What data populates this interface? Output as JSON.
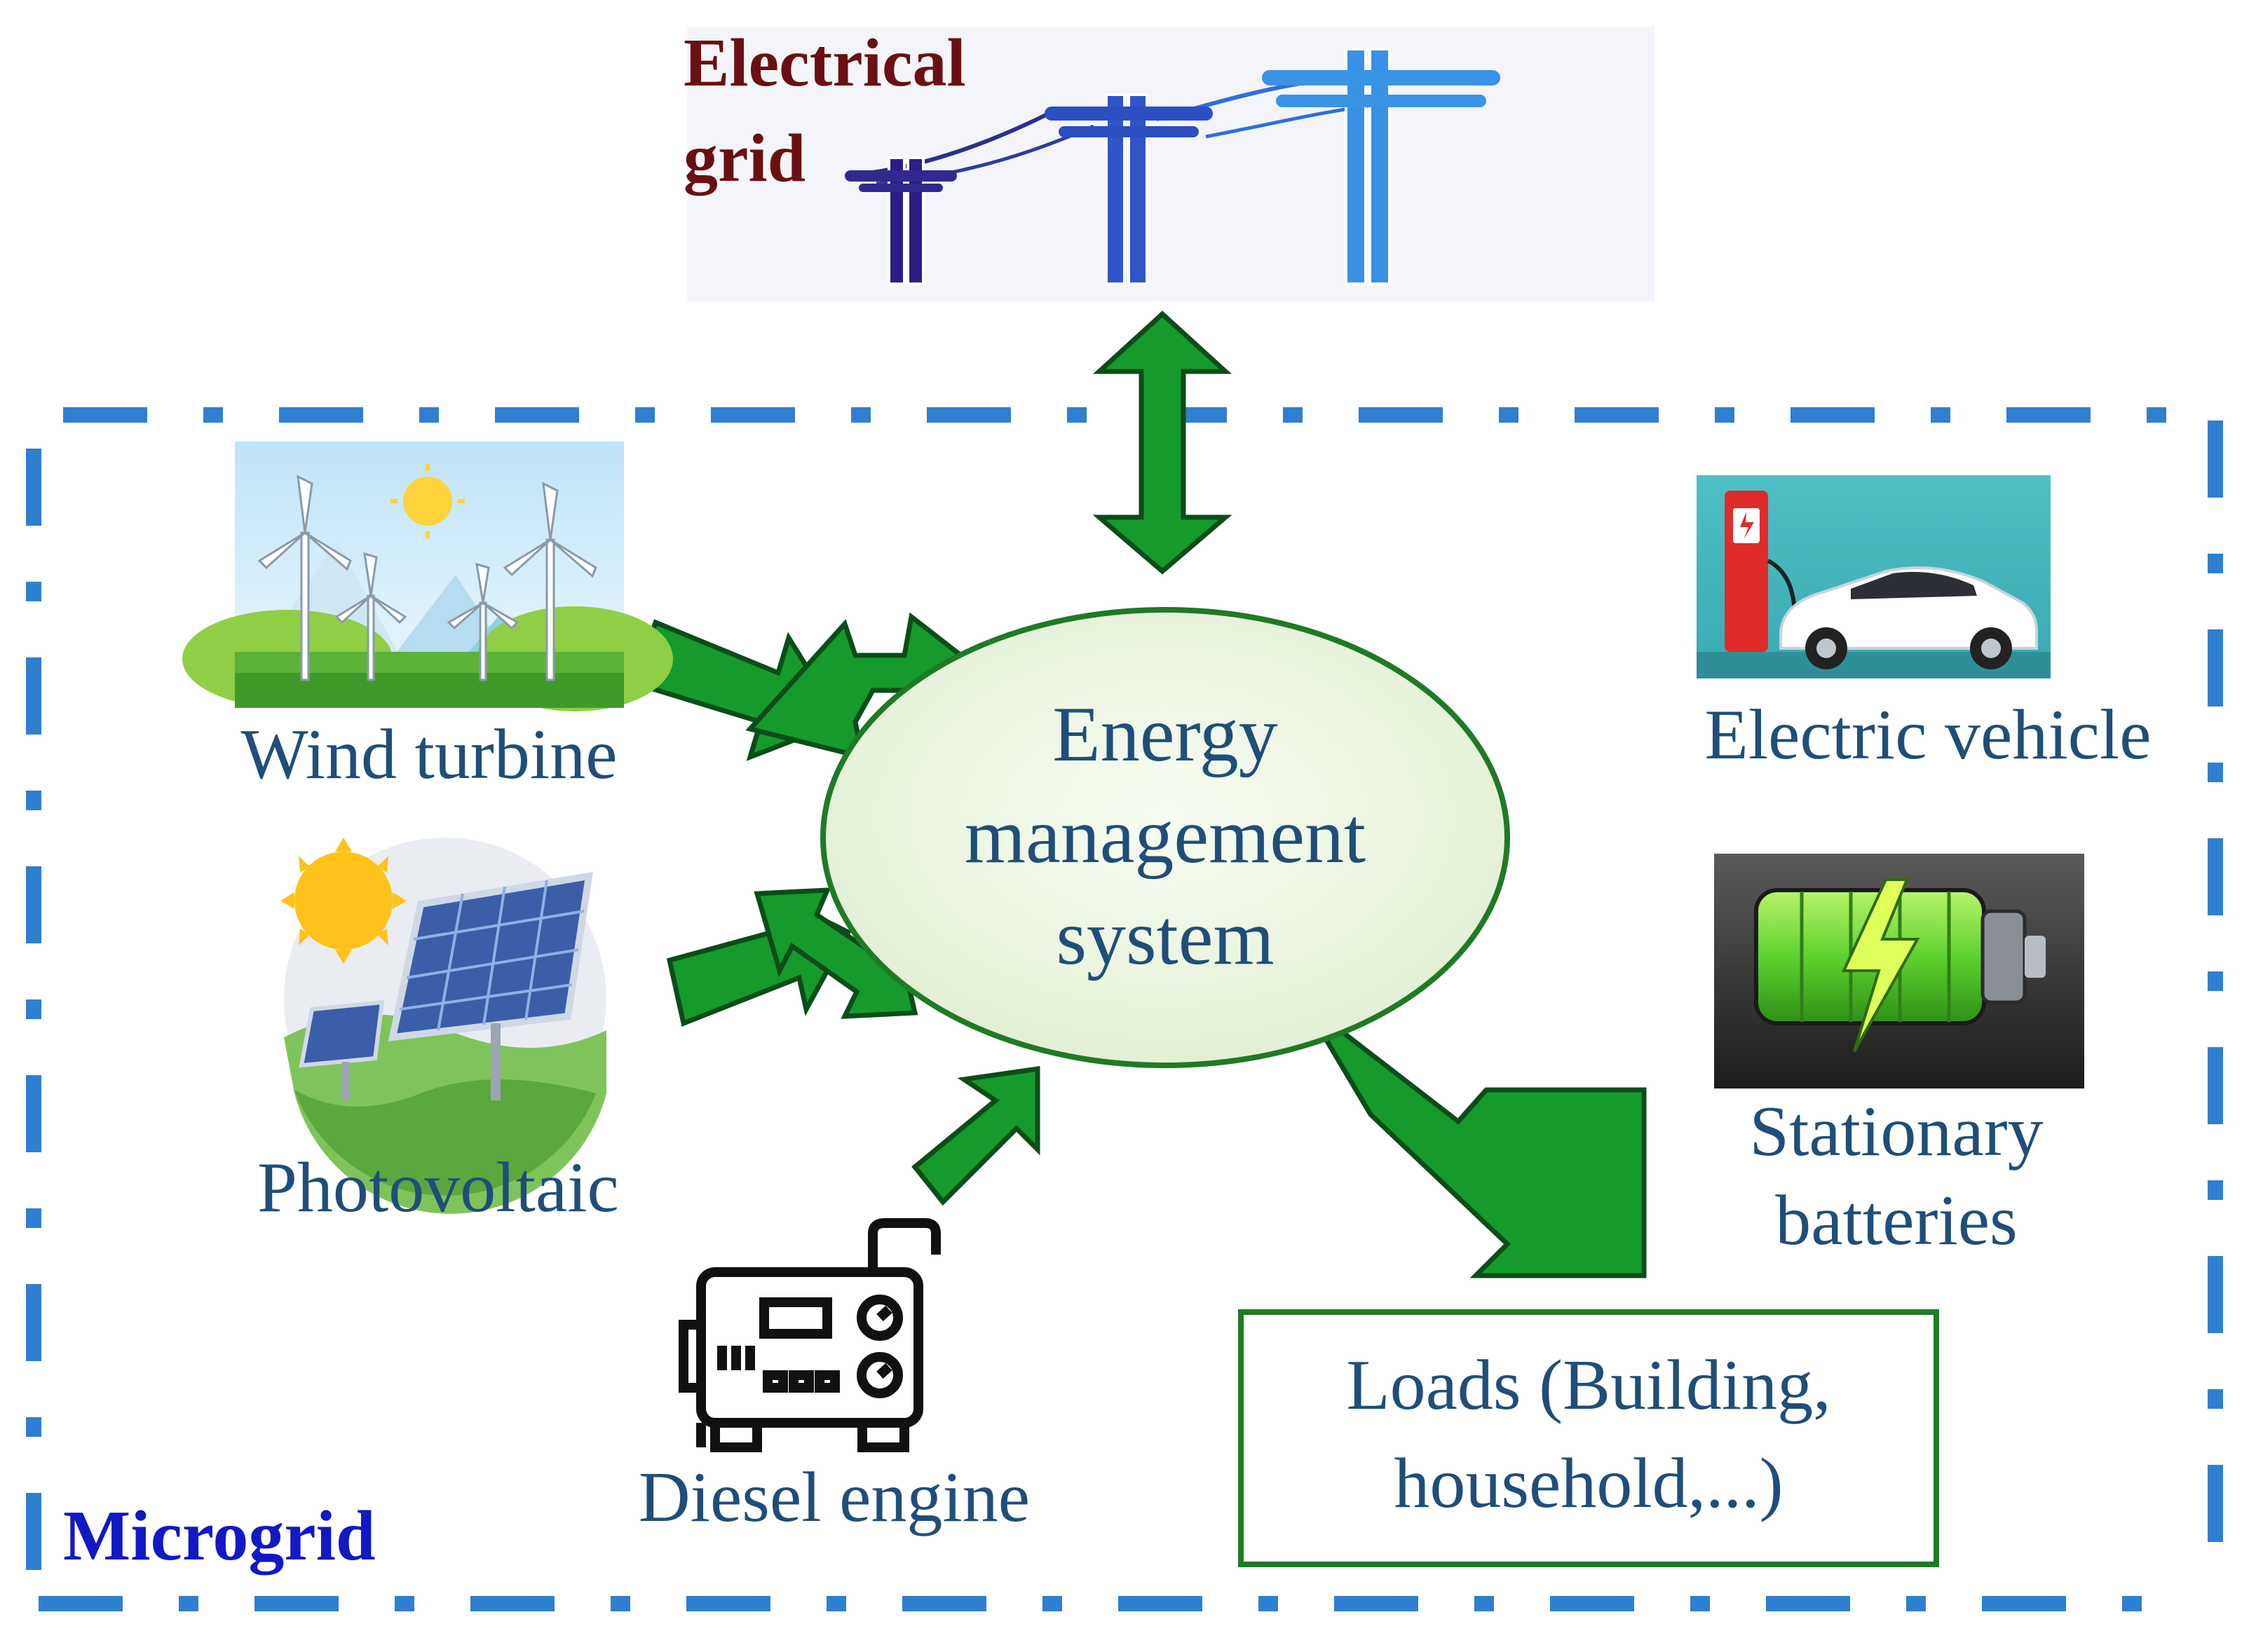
{
  "diagram": {
    "grid_label_line1": "Electrical",
    "grid_label_line2": "grid",
    "center_line1": "Energy",
    "center_line2": "management",
    "center_line3": "system",
    "wind_label": "Wind turbine",
    "pv_label": "Photovoltaic",
    "diesel_label": "Diesel engine",
    "ev_label": "Electric vehicle",
    "battery_line1": "Stationary",
    "battery_line2": "batteries",
    "loads_line1": "Loads (Building,",
    "loads_line2": "household,...)",
    "microgrid_label": "Microgrid"
  },
  "colors": {
    "arrow_fill": "#159a2c",
    "arrow_stroke": "#0b4d18",
    "frame_dash": "#2f7fd0",
    "label_text": "#1f4e79",
    "grid_title": "#6b0f12",
    "microgrid_title": "#1019c4",
    "ellipse_fill": "#eef6e2",
    "ellipse_stroke": "#1e7b24",
    "loads_box_stroke": "#1e7b24"
  },
  "icons": [
    "power-line-poles-icon",
    "wind-turbine-scene-icon",
    "solar-panel-icon",
    "diesel-generator-icon",
    "ev-charger-car-icon",
    "battery-icon"
  ]
}
